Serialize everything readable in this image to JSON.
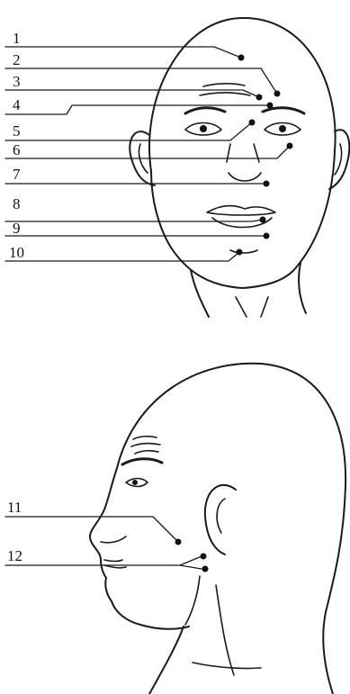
{
  "front_view": {
    "labels": [
      "1",
      "2",
      "3",
      "4",
      "5",
      "6",
      "7",
      "8",
      "9",
      "10"
    ]
  },
  "side_view": {
    "labels": [
      "11",
      "12"
    ]
  }
}
